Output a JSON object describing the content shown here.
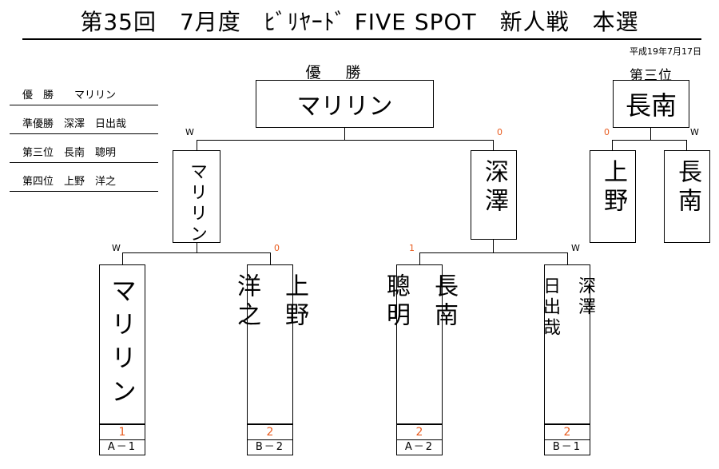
{
  "title": "第35回　7月度　ﾋﾞﾘﾔｰﾄﾞ FIVE SPOT　新人戦　本選",
  "date": "平成19年7月17日",
  "results": [
    {
      "text": "優　勝　　マリリン"
    },
    {
      "text": "準優勝　深澤　日出哉"
    },
    {
      "text": "第三位　長南　聰明"
    },
    {
      "text": "第四位　上野　洋之"
    }
  ],
  "champion": {
    "heading": "優　勝",
    "name": "マリリン"
  },
  "third_place": {
    "heading": "第三位",
    "winner": "長南",
    "left": "上野",
    "right": "長南",
    "left_mark": "0",
    "right_mark": "W"
  },
  "semifinal": {
    "left": "マリリン",
    "right": "深澤",
    "left_mark": "W",
    "right_mark": "0"
  },
  "first_round": [
    {
      "name": "マリリン",
      "mark": "W",
      "score": "1",
      "seed": "A－1"
    },
    {
      "name": "上野\n\n洋之",
      "mark": "0",
      "score": "2",
      "seed": "B－2"
    },
    {
      "name": "長南\n\n聰明",
      "mark": "1",
      "score": "2",
      "seed": "A－2"
    },
    {
      "name": "深澤\n\n日出哉",
      "mark": "W",
      "score": "2",
      "seed": "B－1"
    }
  ]
}
